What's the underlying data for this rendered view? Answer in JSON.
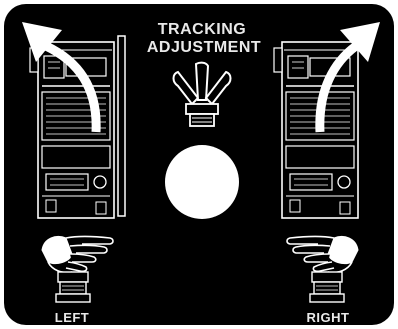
{
  "panel": {
    "title_line1": "TRACKING",
    "title_line2": "ADJUSTMENT",
    "left_label": "LEFT",
    "right_label": "RIGHT"
  },
  "colors": {
    "panel_background": "#000000",
    "line_art": "#ffffff",
    "text": "#e9e9e9"
  },
  "icons": {
    "left_arrow": "curved-arrow-up-left-icon",
    "right_arrow": "curved-arrow-up-right-icon",
    "knob": "tracking-knob-icon",
    "dial": "dial-circle-icon",
    "left_hand": "hand-pointing-right-icon",
    "right_hand": "hand-pointing-left-icon"
  }
}
